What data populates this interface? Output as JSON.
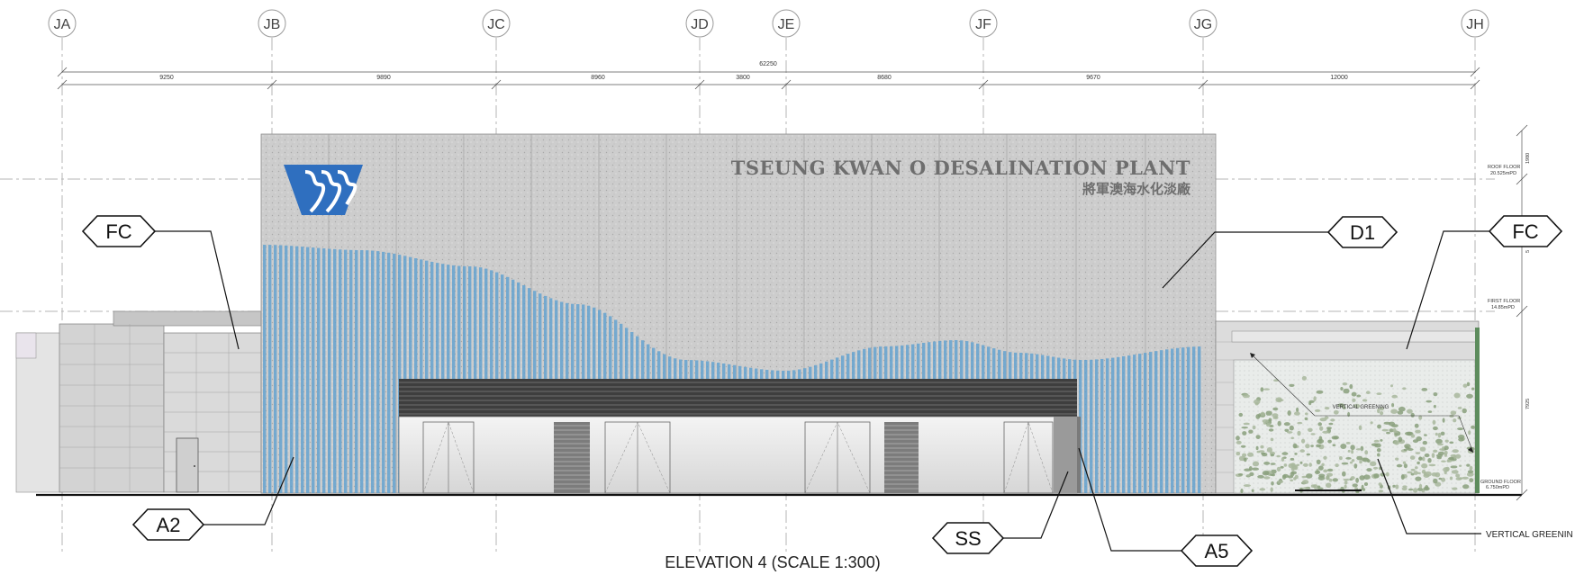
{
  "grid_lines": [
    "JA",
    "JB",
    "JC",
    "JD",
    "JE",
    "JF",
    "JG",
    "JH"
  ],
  "dimensions": {
    "overall": "62250",
    "spans": [
      "9250",
      "9890",
      "8960",
      "3800",
      "8680",
      "9670",
      "12000"
    ]
  },
  "building_sign": {
    "english": "TSEUNG KWAN O DESALINATION PLANT",
    "chinese": "將軍澳海水化淡廠"
  },
  "material_tags": [
    "FC",
    "D1",
    "FC",
    "A2",
    "SS",
    "A5"
  ],
  "levels": {
    "roof": "ROOF FLOOR",
    "roof_value": "20.525mPD",
    "first": "FIRST FLOOR",
    "first_value": "14.85mPD",
    "ground": "GROUND FLOOR",
    "ground_value": "6.750mPD"
  },
  "vertical_dims": [
    "1980",
    "5",
    "7925"
  ],
  "vertical_greening_note": "VERTICAL GREENING",
  "vertical_greening_label": "VERTICAL GREENIN",
  "caption": "ELEVATION 4 (SCALE 1:300)",
  "colors": {
    "logo_blue": "#2f6fbf",
    "fin_blue": "#5b9fd0",
    "concrete": "#cfcfcf",
    "greenery": "#8aa07c"
  }
}
